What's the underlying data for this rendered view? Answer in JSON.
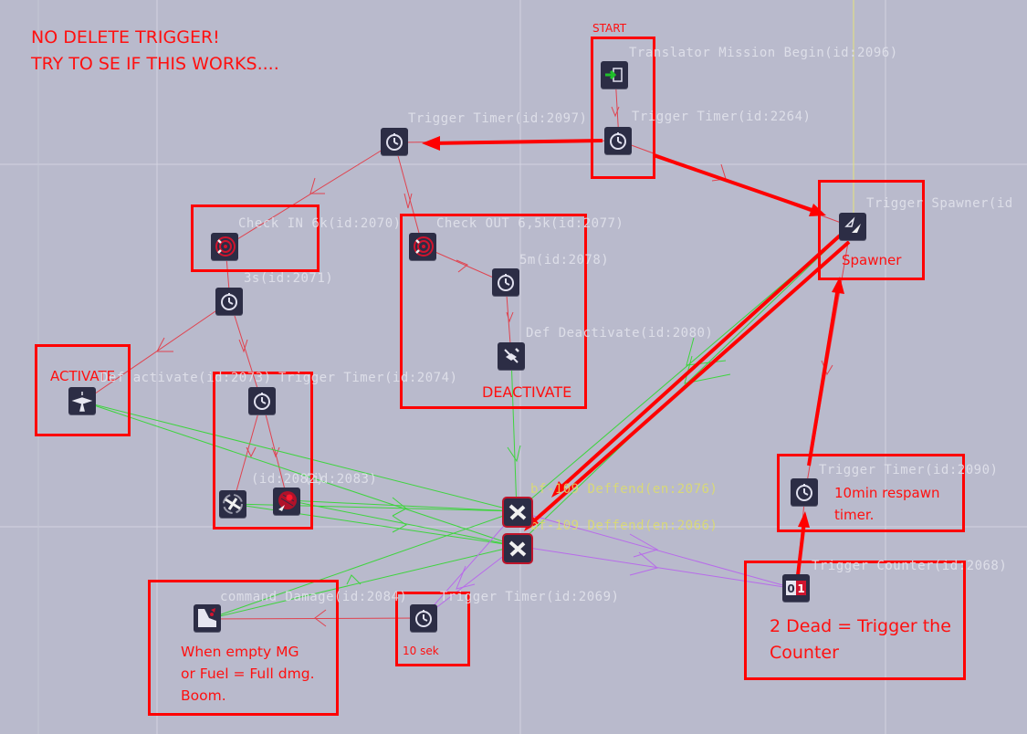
{
  "header_note": {
    "line1": "NO DELETE TRIGGER!",
    "line2": "TRY TO SE IF THIS WORKS...."
  },
  "nodes": {
    "mission_begin": {
      "label": "Translator Mission Begin(id:2096)",
      "icon": "enter-icon"
    },
    "timer_2264": {
      "label": "Trigger Timer(id:2264)",
      "icon": "stopwatch-icon"
    },
    "timer_2097": {
      "label": "Trigger Timer(id:2097)",
      "icon": "stopwatch-icon"
    },
    "check_in": {
      "label": "Check IN 6k(id:2070)",
      "icon": "radar-icon"
    },
    "check_out": {
      "label": "Check OUT 6,5k(id:2077)",
      "icon": "radar-icon"
    },
    "timer_3s": {
      "label": "3s(id:2071)",
      "icon": "stopwatch-icon"
    },
    "timer_5m": {
      "label": "5m(id:2078)",
      "icon": "stopwatch-icon"
    },
    "def_activate": {
      "label": "Def activate(id:2073)",
      "icon": "activate-icon"
    },
    "timer_2074": {
      "label": "Trigger Timer(id:2074)",
      "icon": "stopwatch-icon"
    },
    "def_deactivate": {
      "label": "Def Deactivate(id:2080)",
      "icon": "deactivate-icon"
    },
    "cmd_2082": {
      "label": "(id:2082)",
      "icon": "plane-cycle-icon"
    },
    "cmd_2083": {
      "label": "(id:2083)",
      "icon": "radar-attack-icon"
    },
    "spawner": {
      "label": "Trigger Spawner(id",
      "icon": "spawner-icon"
    },
    "bf109_2076": {
      "label": "bf-109 Deffend(en:2076)",
      "icon": "plane-icon"
    },
    "bf109_2066": {
      "label": "bf-109 Deffend(en:2066)",
      "icon": "plane-icon"
    },
    "timer_2090": {
      "label": "Trigger Timer(id:2090)",
      "icon": "stopwatch-icon"
    },
    "counter_2068": {
      "label": "Trigger Counter(id:2068)",
      "icon": "counter-icon",
      "digit_a": "0",
      "digit_b": "1"
    },
    "cmd_damage": {
      "label": "command Damage(id:2084)",
      "icon": "damage-icon"
    },
    "timer_2069": {
      "label": "Trigger Timer(id:2069)",
      "icon": "stopwatch-icon"
    }
  },
  "annotations": {
    "start": "START",
    "activate": "ACTIVATE",
    "deactivate": "DEACTIVATE",
    "spawner": "Spawner",
    "respawn_line1": "10min respawn",
    "respawn_line2": "timer.",
    "counter_line1": "2 Dead = Trigger the",
    "counter_line2": "Counter",
    "damage_line1": "When empty MG",
    "damage_line2": "or Fuel = Full dmg.",
    "damage_line3": "Boom.",
    "ten_sec": "10 sek"
  },
  "colors": {
    "background": "#b9bacc",
    "annotation": "#ff0000",
    "link_red": "#e0434f",
    "link_green": "#3ed43e",
    "link_purple": "#b86bea",
    "node_bg": "#2c2d45"
  }
}
